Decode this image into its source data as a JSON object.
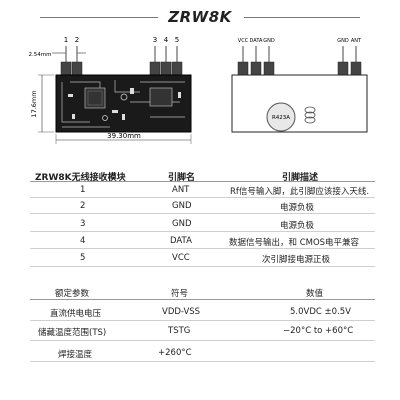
{
  "title": "ZRW8K",
  "diagram": {
    "pin_labels_left": [
      "1",
      "2"
    ],
    "pin_labels_right": [
      "3",
      "4",
      "5"
    ],
    "pitch_label": "2.54mm",
    "height_label": "17.6mm",
    "width_label": "39.30mm",
    "back_labels_left": [
      "VCC",
      "DATA",
      "GND"
    ],
    "back_labels_right": [
      "GND",
      "ANT"
    ],
    "resonator_label": "R423A"
  },
  "pin_table": {
    "headers": [
      "ZRW8K无线接收模块",
      "引脚名",
      "引脚描述"
    ],
    "rows": [
      {
        "num": "1",
        "name": "ANT",
        "desc": "Rf信号输入脚，此引脚应该接入天线."
      },
      {
        "num": "2",
        "name": "GND",
        "desc": "电源负极"
      },
      {
        "num": "3",
        "name": "GND",
        "desc": "电源负极"
      },
      {
        "num": "4",
        "name": "DATA",
        "desc": "数据信号输出，和 CMOS电平兼容"
      },
      {
        "num": "5",
        "name": "VCC",
        "desc": "次引脚接电源正极"
      }
    ]
  },
  "param_table": {
    "headers": [
      "额定参数",
      "符号",
      "数值"
    ],
    "rows": [
      {
        "param": "直流供电电压",
        "symbol": "VDD-VSS",
        "value": "5.0VDC ±0.5V"
      },
      {
        "param": "储藏温度范围(TS)",
        "symbol": "TSTG",
        "value": "−20°C to +60°C"
      },
      {
        "param": "焊接温度",
        "symbol": "+260°C",
        "value": ""
      }
    ]
  }
}
